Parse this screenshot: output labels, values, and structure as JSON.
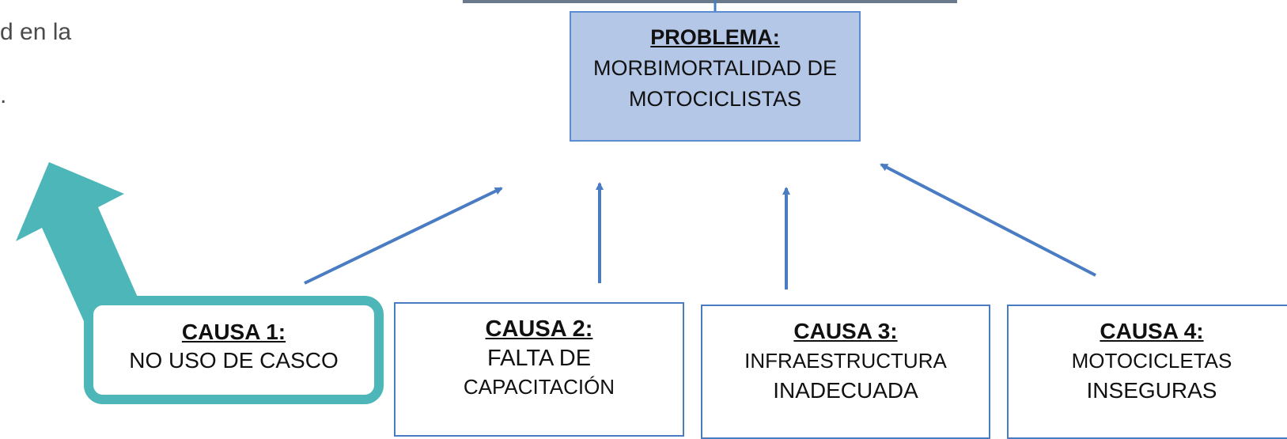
{
  "fragments": {
    "line1": "d en la",
    "line2": "."
  },
  "problem": {
    "heading": "PROBLEMA:",
    "line1": "MORBIMORTALIDAD DE",
    "line2": "MOTOCICLISTAS"
  },
  "causes": [
    {
      "heading": "CAUSA 1:",
      "line1": "NO USO DE CASCO",
      "line2": ""
    },
    {
      "heading": "CAUSA 2:",
      "line1": "FALTA DE",
      "line2": "CAPACITACIÓN"
    },
    {
      "heading": "CAUSA 3:",
      "line1": "INFRAESTRUCTURA",
      "line2": "INADECUADA"
    },
    {
      "heading": "CAUSA 4:",
      "line1": "MOTOCICLETAS",
      "line2": "INSEGURAS"
    }
  ],
  "colors": {
    "arrow": "#4a7cc4",
    "highlight": "#4db6b8",
    "problem_fill": "#b4c7e7"
  }
}
